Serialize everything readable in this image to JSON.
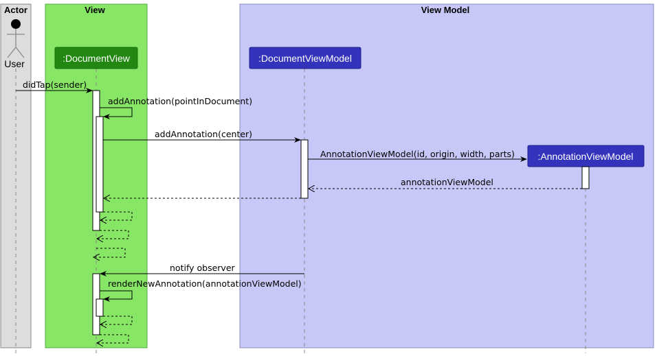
{
  "boxes": {
    "actor": {
      "title": "Actor",
      "color": "#dddddd"
    },
    "view": {
      "title": "View",
      "color": "#88e666"
    },
    "view_model": {
      "title": "View Model",
      "color": "#c8c8f8"
    }
  },
  "participants": {
    "user": {
      "label": "User"
    },
    "document_view": {
      "label": ":DocumentView",
      "color": "#228811"
    },
    "document_view_model": {
      "label": ":DocumentViewModel",
      "color": "#3333bb"
    },
    "annotation_view_model": {
      "label": ":AnnotationViewModel",
      "color": "#3333bb"
    }
  },
  "messages": [
    {
      "label": "didTap(sender)"
    },
    {
      "label": "addAnnotation(pointInDocument)"
    },
    {
      "label": "addAnnotation(center)"
    },
    {
      "label": "AnnotationViewModel(id, origin, width, parts)"
    },
    {
      "label": "annotationViewModel"
    },
    {
      "label": "notify observer"
    },
    {
      "label": "renderNewAnnotation(annotationViewModel)"
    }
  ]
}
